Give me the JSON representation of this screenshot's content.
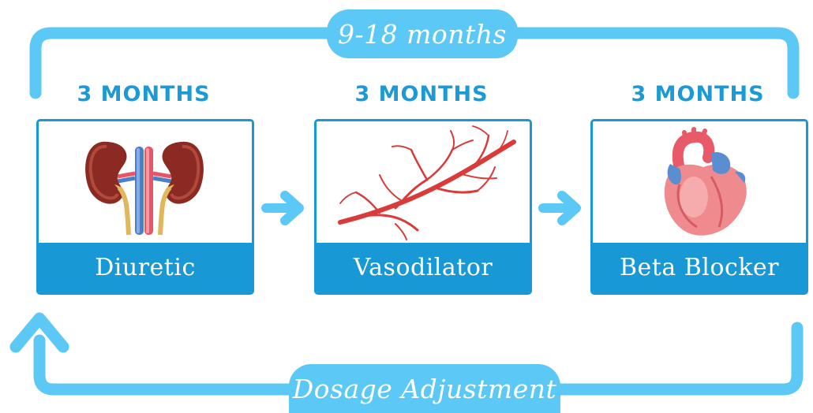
{
  "cycle": {
    "total_duration_label": "9-18 months",
    "return_label": "Dosage Adjustment"
  },
  "steps": [
    {
      "duration": "3 MONTHS",
      "name": "Diuretic",
      "icon": "kidneys-icon"
    },
    {
      "duration": "3 MONTHS",
      "name": "Vasodilator",
      "icon": "blood-vessel-icon"
    },
    {
      "duration": "3 MONTHS",
      "name": "Beta Blocker",
      "icon": "heart-icon"
    }
  ],
  "colors": {
    "loop": "#5bc8f5",
    "card_border": "#1898d5",
    "label_text": "#1c9ad6",
    "caption_bg": "#1898d5"
  }
}
